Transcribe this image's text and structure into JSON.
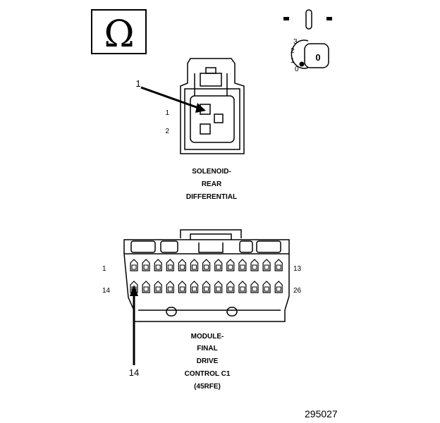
{
  "ohm_icon": {
    "symbol": "Ω",
    "icon_name": "ohmmeter-icon"
  },
  "ignition_icon": {
    "icon_name": "ignition-key-icon",
    "position_labels": [
      "3",
      "2",
      "1",
      "0"
    ],
    "key_label": "0"
  },
  "solenoid": {
    "caption": [
      "SOLENOID-",
      "REAR",
      "DIFFERENTIAL"
    ],
    "callout": "1",
    "pin_labels": [
      "1",
      "2"
    ]
  },
  "module": {
    "caption": [
      "MODULE-",
      "FINAL",
      "DRIVE",
      "CONTROL C1",
      "(45RFE)"
    ],
    "row1_left": "1",
    "row1_right": "13",
    "row2_left": "14",
    "row2_right": "26",
    "callout": "14"
  },
  "figure_number": "295027"
}
